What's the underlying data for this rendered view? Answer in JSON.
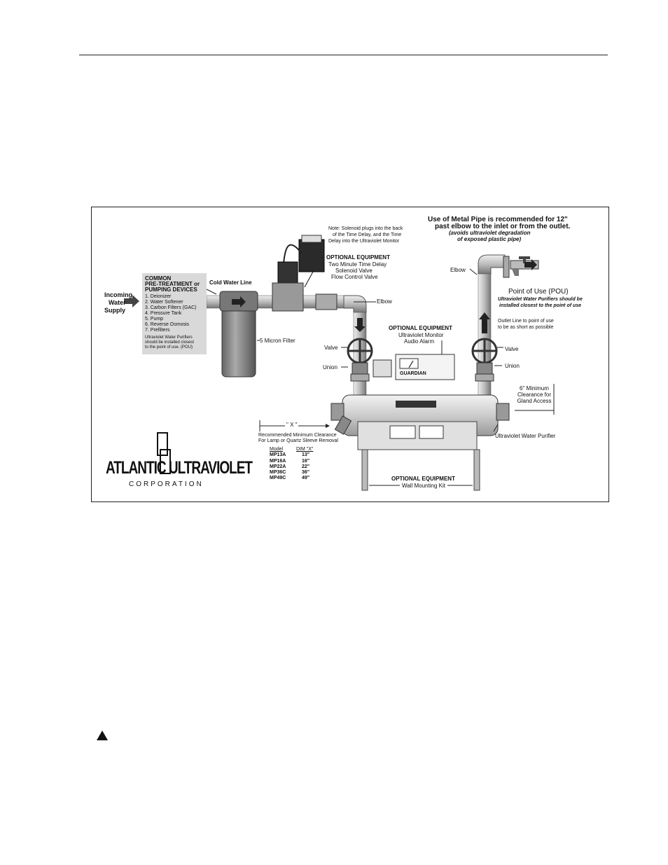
{
  "diagram": {
    "incoming": [
      "Incoming",
      "Water",
      "Supply"
    ],
    "pretreatment": {
      "title": [
        "COMMON",
        "PRE-TREATMENT or",
        "PUMPING DEVICES"
      ],
      "items": [
        "1. Deionizer",
        "2. Water Softener",
        "3. Carbon Filters (GAC)",
        "4. Pressure Tank",
        "5. Pump",
        "6. Reverse Osmosis",
        "7. Prefilters"
      ],
      "note": [
        "Ultraviolet Water Purifiers",
        "should be installed closest",
        "to the point of use. (POU)"
      ]
    },
    "cold_water_line": "Cold Water Line",
    "micron_filter": "5 Micron Filter",
    "note_solenoid": [
      "Note: Solenoid plugs into the back",
      "of the Time Delay, and the Time",
      "Delay into the Ultraviolet Monitor"
    ],
    "optional1": {
      "title": "OPTIONAL EQUIPMENT",
      "lines": [
        "Two Minute Time Delay",
        "Solenoid Valve",
        "Flow Control Valve"
      ]
    },
    "elbow_left": "Elbow",
    "elbow_right": "Elbow",
    "metal_pipe": {
      "lines": [
        "Use of Metal Pipe is recommended for 12\"",
        "past elbow to the inlet or from the outlet."
      ],
      "italic": [
        "(avoids ultraviolet degradation",
        "of exposed plastic pipe)"
      ]
    },
    "pou": {
      "title": "Point of Use (POU)",
      "note": [
        "Ultraviolet Water Purifiers should be",
        "installed closest to the point of use"
      ]
    },
    "outlet_line": [
      "Outlet Line to point of use",
      "to be as short as possible"
    ],
    "optional2": {
      "title": "OPTIONAL EQUIPMENT",
      "lines": [
        "Ultraviolet Monitor",
        "Audio Alarm"
      ]
    },
    "valve_left": "Valve",
    "valve_right": "Valve",
    "union_left": "Union",
    "union_right": "Union",
    "monitor_brand": "GUARDIAN",
    "clearance": [
      "6\" Minimum",
      "Clearance for",
      "Gland Access"
    ],
    "dim_x": "\" X \"",
    "recommended": [
      "Recommended Minimum Clearance",
      "For Lamp or Quartz Sleeve Removal"
    ],
    "models_header": [
      "Model",
      "DIM \"X\""
    ],
    "models": [
      [
        "MP13A",
        "13\""
      ],
      [
        "MP16A",
        "16\""
      ],
      [
        "MP22A",
        "22\""
      ],
      [
        "MP36C",
        "36\""
      ],
      [
        "MP49C",
        "49\""
      ]
    ],
    "purifier_label": "Ultraviolet Water Purifier",
    "optional3": {
      "title": "OPTIONAL EQUIPMENT",
      "line": "Wall Mounting Kit"
    },
    "logo": {
      "line1": "ATLANTIC ULTRAVIOLET",
      "line2": "CORPORATION"
    }
  }
}
